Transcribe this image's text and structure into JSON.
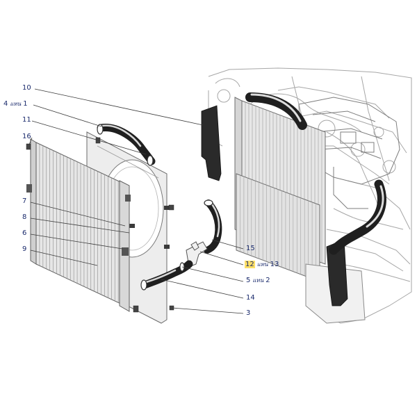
{
  "diagram": {
    "colors": {
      "leader": "#3a3a3a",
      "label": "#1a2a6c",
      "highlight": "#ffe066",
      "part_fill": "#ececec",
      "part_stroke": "#777777",
      "hose_fill": "#1f1f1f",
      "engine_stroke": "#9a9a9a"
    },
    "icons": [
      "radiator-core",
      "fan-shroud",
      "coolant-hose",
      "hose-clamp",
      "air-deflector",
      "engine-bay"
    ],
    "callouts": [
      {
        "id": "c10",
        "num": "10",
        "ref": "",
        "extra": ""
      },
      {
        "id": "c1",
        "num": "4",
        "ref": "แทน",
        "extra": "1"
      },
      {
        "id": "c11",
        "num": "11",
        "ref": "",
        "extra": ""
      },
      {
        "id": "c16",
        "num": "16",
        "ref": "",
        "extra": ""
      },
      {
        "id": "c7",
        "num": "7",
        "ref": "",
        "extra": ""
      },
      {
        "id": "c8",
        "num": "8",
        "ref": "",
        "extra": ""
      },
      {
        "id": "c6",
        "num": "6",
        "ref": "",
        "extra": ""
      },
      {
        "id": "c9",
        "num": "9",
        "ref": "",
        "extra": ""
      },
      {
        "id": "c15",
        "num": "15",
        "ref": "",
        "extra": ""
      },
      {
        "id": "c12",
        "num": "12",
        "ref": "แทน",
        "extra": "13",
        "highlight": true
      },
      {
        "id": "c5",
        "num": "5",
        "ref": "แทน",
        "extra": "2"
      },
      {
        "id": "c14",
        "num": "14",
        "ref": "",
        "extra": ""
      },
      {
        "id": "c3",
        "num": "3",
        "ref": "",
        "extra": ""
      }
    ]
  }
}
